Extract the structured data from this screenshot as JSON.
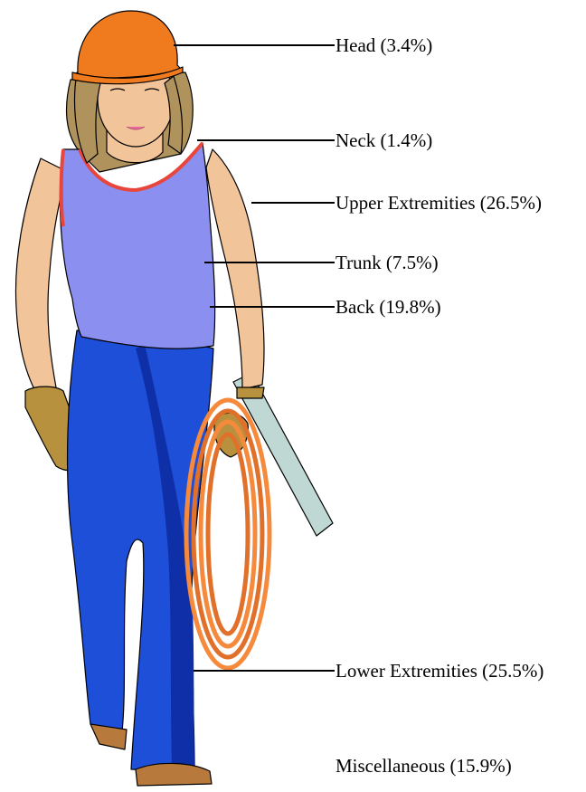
{
  "figure": {
    "subject": "worker-woman-illustration",
    "labels": [
      {
        "key": "head",
        "text": "Head (3.4%)",
        "percent": 3.4
      },
      {
        "key": "neck",
        "text": "Neck (1.4%)",
        "percent": 1.4
      },
      {
        "key": "upper_extremities",
        "text": "Upper Extremities (26.5%)",
        "percent": 26.5
      },
      {
        "key": "trunk",
        "text": "Trunk (7.5%)",
        "percent": 7.5
      },
      {
        "key": "back",
        "text": "Back (19.8%)",
        "percent": 19.8
      },
      {
        "key": "lower_extremities",
        "text": "Lower Extremities (25.5%)",
        "percent": 25.5
      },
      {
        "key": "miscellaneous",
        "text": "Miscellaneous (15.9%)",
        "percent": 15.9
      }
    ],
    "colors": {
      "hardhat": "#f07a1e",
      "hair": "#b0925c",
      "skin": "#f2c49a",
      "tank_top": "#8a8ff0",
      "tank_trim": "#e8463c",
      "jeans": "#1e4fd8",
      "jeans_dark": "#0f2fa8",
      "gloves": "#b8913e",
      "cord": "#f58a3c",
      "ruler": "#bfd8d4",
      "boots": "#b87a3c"
    }
  }
}
